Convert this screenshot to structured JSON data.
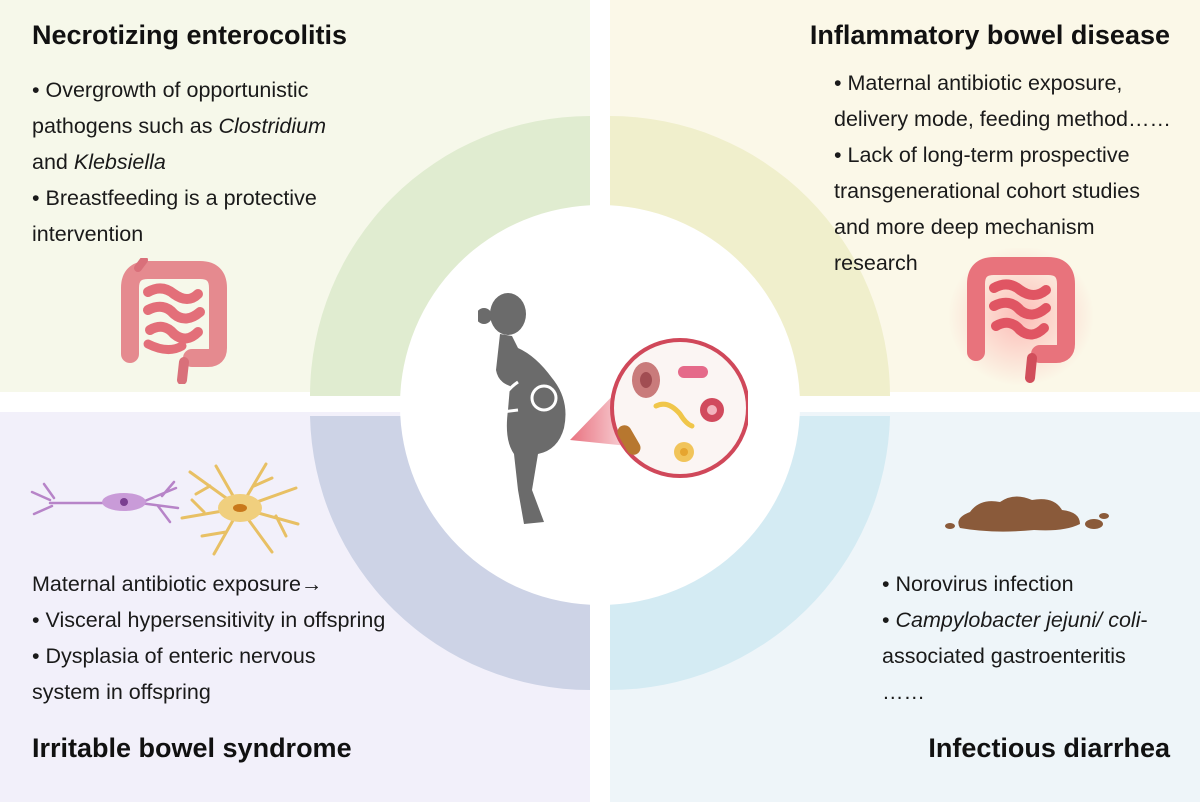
{
  "quadrants": {
    "nec": {
      "title": "Necrotizing enterocolitis",
      "l1": "• Overgrowth of opportunistic",
      "l2a": "pathogens such as ",
      "l2b": "Clostridium",
      "l3a": "and ",
      "l3b": "Klebsiella",
      "l4": "• Breastfeeding is a protective",
      "l5": "intervention"
    },
    "ibd": {
      "title": "Inflammatory bowel disease",
      "l1": "• Maternal antibiotic exposure,",
      "l2": "delivery mode, feeding method……",
      "l3": "• Lack of long-term prospective",
      "l4": "transgenerational cohort studies",
      "l5": "and more deep mechanism",
      "l6": "research"
    },
    "ibs": {
      "title": "Irritable bowel syndrome",
      "l1": "Maternal antibiotic exposure→",
      "l2": "• Visceral hypersensitivity in offspring",
      "l3": "• Dysplasia of enteric nervous",
      "l4": "system in offspring"
    },
    "diarrhea": {
      "title": "Infectious diarrhea",
      "l1": "• Norovirus infection",
      "l2a": "• ",
      "l2b": "Campylobacter jejuni/ coli",
      "l2c": "-",
      "l3": "associated gastroenteritis",
      "l4": "……"
    }
  },
  "colors": {
    "ring_tl": "#e0ecd0",
    "ring_tr": "#f0efcc",
    "ring_bl": "#cdd3e6",
    "ring_br": "#d4ebf3",
    "silhouette": "#6b6b6b",
    "intestine": "#e8828a"
  },
  "icons": [
    "intestine-icon",
    "inflamed-intestine-icon",
    "neuron-icon",
    "enteric-glia-icon",
    "feces-icon",
    "pregnant-woman-icon",
    "microbiota-icon"
  ]
}
